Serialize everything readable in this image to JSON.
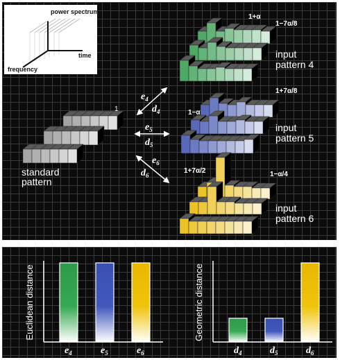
{
  "inset": {
    "axis_y": "power spectrum",
    "axis_x": "time",
    "axis_z": "frequency"
  },
  "standard": {
    "label_line1": "standard",
    "label_line2": "pattern",
    "corner_label": "1"
  },
  "arrows": {
    "e4": "e",
    "e4_sub": "4",
    "d4": "d",
    "d4_sub": "4",
    "e5": "e",
    "e5_sub": "5",
    "d5": "d",
    "d5_sub": "5",
    "e6": "e",
    "e6_sub": "6",
    "d6": "d",
    "d6_sub": "6"
  },
  "patterns": [
    {
      "line1": "input",
      "line2": "pattern 4",
      "label_a": "1+α",
      "label_b": "1−7α/8",
      "color": "#2e9a4a"
    },
    {
      "line1": "input",
      "line2": "pattern 5",
      "label_a": "1−α",
      "label_b": "1+7α/8",
      "color": "#3a4fb0"
    },
    {
      "line1": "input",
      "line2": "pattern 6",
      "label_a": "1+7α/2",
      "label_b": "1−α/4",
      "color": "#e8b800"
    }
  ],
  "chart_data": [
    {
      "type": "bar",
      "ylabel": "Euclidean distance",
      "categories": [
        "e",
        "e",
        "e"
      ],
      "category_subscripts": [
        "4",
        "5",
        "6"
      ],
      "values": [
        1,
        1,
        1
      ],
      "colors": [
        "#2e9a4a",
        "#3a4fb0",
        "#e8b800"
      ]
    },
    {
      "type": "bar",
      "ylabel": "Geometric distance",
      "categories": [
        "d",
        "d",
        "d"
      ],
      "category_subscripts": [
        "4",
        "5",
        "6"
      ],
      "values": [
        0.3,
        0.3,
        1
      ],
      "colors": [
        "#2e9a4a",
        "#3a4fb0",
        "#e8b800"
      ]
    }
  ]
}
